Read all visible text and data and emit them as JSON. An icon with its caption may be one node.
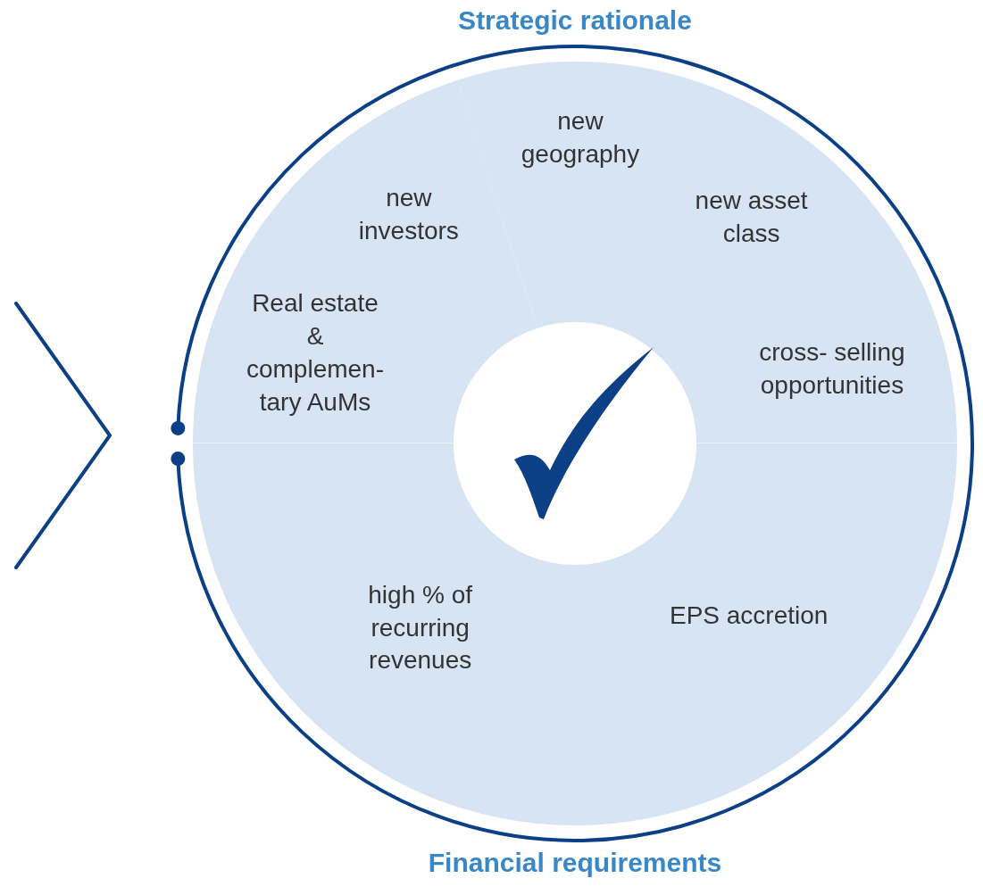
{
  "diagram": {
    "nodes": [
      {
        "text": [
          "Real estate & complemen- tary AuMs"
        ]
      },
      {
        "text": [
          "new investors"
        ]
      },
      {
        "text": [
          "new geography"
        ]
      },
      {
        "text": [
          "new asset class"
        ]
      },
      {
        "text": [
          "cross- selling opportunities"
        ]
      },
      {
        "text": [
          "high % of recurring revenues"
        ]
      },
      {
        "text": [
          "EPS accretion"
        ]
      }
    ],
    "labels": [
      "Strategic rationale",
      "Financial requirements"
    ]
  }
}
